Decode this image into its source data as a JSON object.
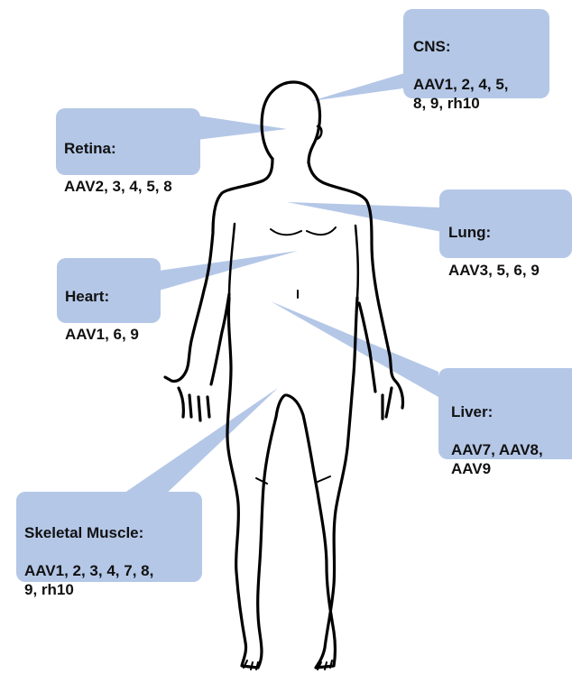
{
  "colors": {
    "callout_fill": "#b4c7e7",
    "outline": "#000000",
    "background": "#ffffff"
  },
  "callouts": [
    {
      "id": "cns",
      "organ": "CNS:",
      "serotypes": "AAV1, 2, 4, 5,\n8, 9, rh10"
    },
    {
      "id": "retina",
      "organ": "Retina:",
      "serotypes": "AAV2, 3, 4, 5, 8"
    },
    {
      "id": "lung",
      "organ": "Lung:",
      "serotypes": "AAV3, 5, 6, 9"
    },
    {
      "id": "heart",
      "organ": "Heart:",
      "serotypes": "AAV1, 6, 9"
    },
    {
      "id": "liver",
      "organ": "Liver:",
      "serotypes": "AAV7, AAV8,\nAAV9"
    },
    {
      "id": "skeletal-muscle",
      "organ": "Skeletal Muscle:",
      "serotypes": "AAV1, 2, 3, 4, 7, 8,\n9, rh10"
    }
  ]
}
